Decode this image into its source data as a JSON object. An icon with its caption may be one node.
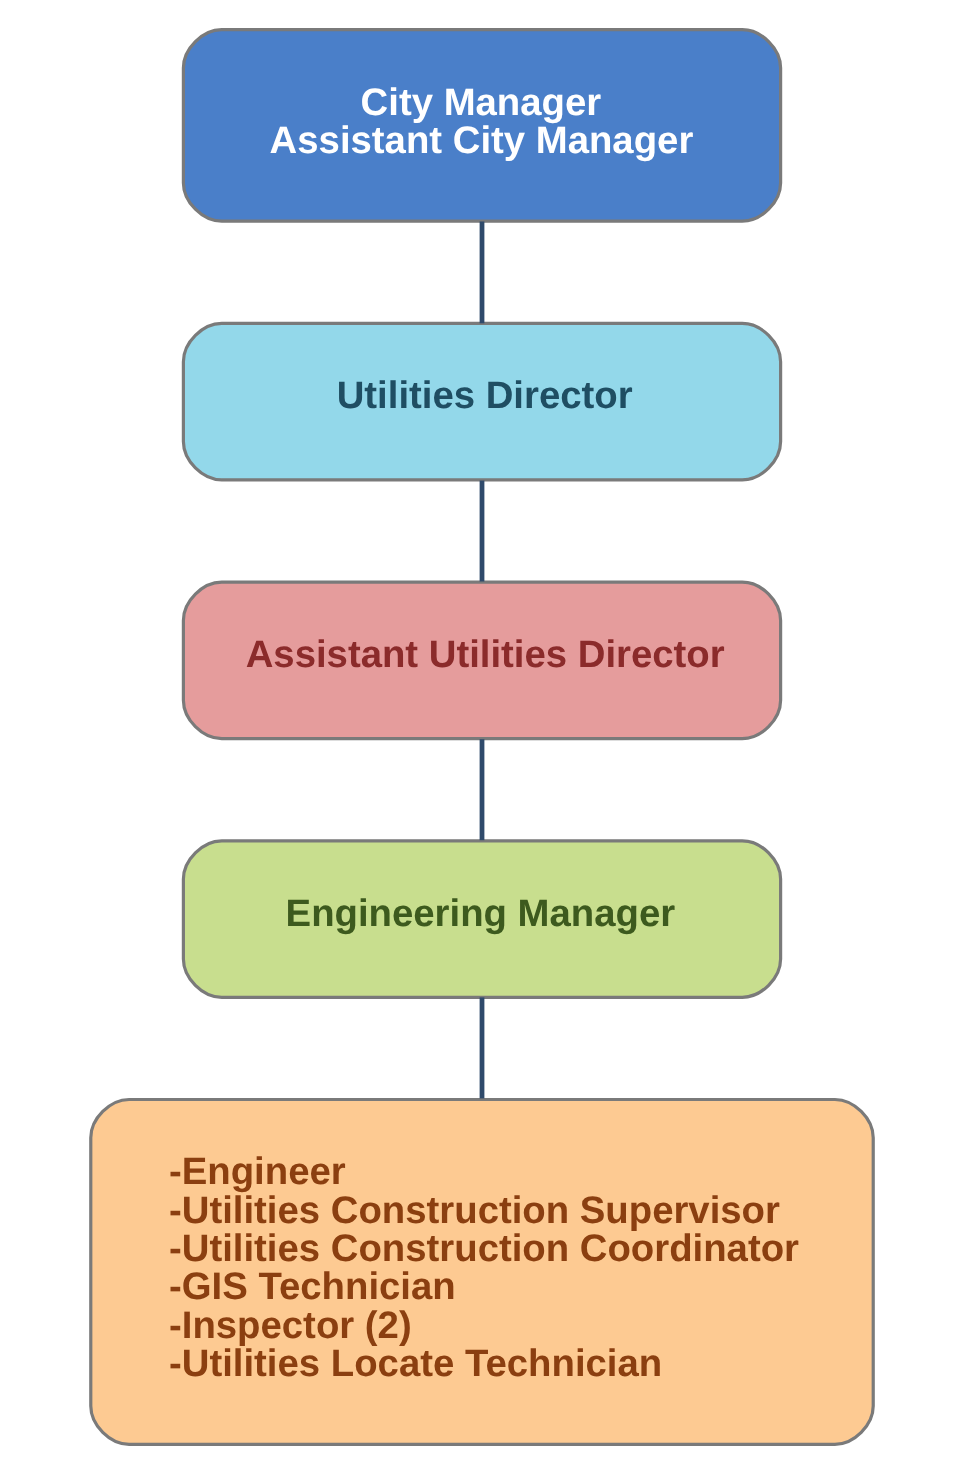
{
  "diagram": {
    "nodes": [
      {
        "text": [
          "City Manager",
          "Assistant City Manager"
        ]
      },
      {
        "text": [
          "Utilities Director"
        ]
      },
      {
        "text": [
          "Assistant Utilities Director"
        ]
      },
      {
        "text": [
          "Engineering Manager"
        ]
      },
      {
        "text": [
          "-Engineer",
          "-Utilities Construction Supervisor",
          "-Utilities Construction Coordinator",
          "-GIS Technician",
          "-Inspector (2)",
          "-Utilities Locate Technician"
        ]
      }
    ],
    "edges": [
      {
        "from": 0,
        "to": 1,
        "arrow": "none"
      },
      {
        "from": 1,
        "to": 2,
        "arrow": "none"
      },
      {
        "from": 2,
        "to": 3,
        "arrow": "none"
      },
      {
        "from": 3,
        "to": 4,
        "arrow": "none"
      }
    ]
  }
}
